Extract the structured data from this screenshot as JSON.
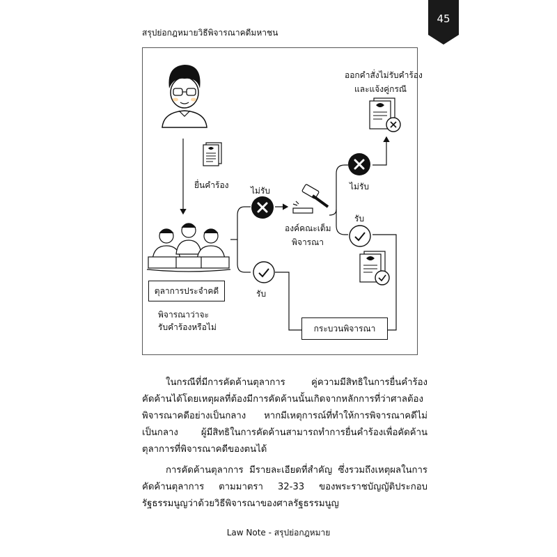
{
  "page": {
    "number": "45",
    "running_head": "สรุปย่อกฎหมายวิธีพิจารณาคดีมหาชน",
    "footer": "Law Note - สรุปย่อกฎหมาย"
  },
  "diagram": {
    "file_petition_label": "ยื่นคำร้อง",
    "court_box_label": "ตุลาการประจำคดี",
    "court_caption_line1": "พิจารณาว่าจะ",
    "court_caption_line2": "รับคำร้องหรือไม่",
    "reject_label_1": "ไม่รับ",
    "accept_label_1": "รับ",
    "full_bench_line1": "องค์คณะเต็ม",
    "full_bench_line2": "พิจารณา",
    "reject_label_2": "ไม่รับ",
    "accept_label_2": "รับ",
    "dismiss_line1": "ออกคำสั่งไม่รับคำร้อง",
    "dismiss_line2": "และแจ้งคู่กรณี",
    "process_box_label": "กระบวนพิจารณา"
  },
  "body": {
    "paragraph_1": "ในกรณีที่มีการคัดค้านตุลาการ คู่ความมีสิทธิในการยื่นคำร้องคัดค้านได้โดยเหตุผลที่ต้องมีการคัดค้านนั้นเกิดจากหลักการที่ว่าศาลต้องพิจารณาคดีอย่างเป็นกลาง หากมีเหตุการณ์ที่ทำให้การพิจารณาคดีไม่เป็นกลาง ผู้มีสิทธิในการคัดค้านสามารถทำการยื่นคำร้องเพื่อคัดค้านตุลาการที่พิจารณาคดีของตนได้",
    "paragraph_2": "การคัดค้านตุลาการ มีรายละเอียดที่สำคัญ ซึ่งรวมถึงเหตุผลในการคัดค้านตุลาการ ตามมาตรา 32-33 ของพระราชบัญญัติประกอบรัฐธรรมนูญว่าด้วยวิธีพิจารณาของศาลรัฐธรรมนูญ"
  },
  "colors": {
    "tab_bg": "#1a1a1a",
    "ink": "#111111",
    "skin": "#ffd9a8"
  }
}
